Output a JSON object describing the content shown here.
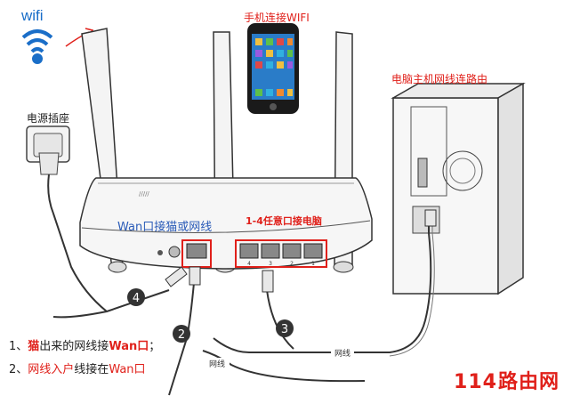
{
  "labels": {
    "wifi": "wifi",
    "phone": "手机连接WIFI",
    "power": "电源插座",
    "pc": "电脑主机网线连路由",
    "wan_port": "Wan口接猫或网线",
    "lan_ports": "1-4任意口接电脑",
    "cable": "网线",
    "cable_right": "网线"
  },
  "steps": {
    "s1_prefix": "1、",
    "s1_red": "猫",
    "s1_mid": "出来的网线接",
    "s1_bold": "Wan口",
    "s1_end": "；",
    "s2_prefix": "2、",
    "s2_red": "网线入户",
    "s2_mid": "线接在",
    "s2_end": "Wan口"
  },
  "badges": [
    "4",
    "2",
    "3"
  ],
  "port_numbers": [
    "4",
    "3",
    "2",
    "1"
  ],
  "watermark": {
    "num": "114",
    "text": "路由网"
  },
  "colors": {
    "accent_red": "#e0201a",
    "label_blue": "#2a5bb8",
    "wifi_blue": "#1a6ec8"
  }
}
